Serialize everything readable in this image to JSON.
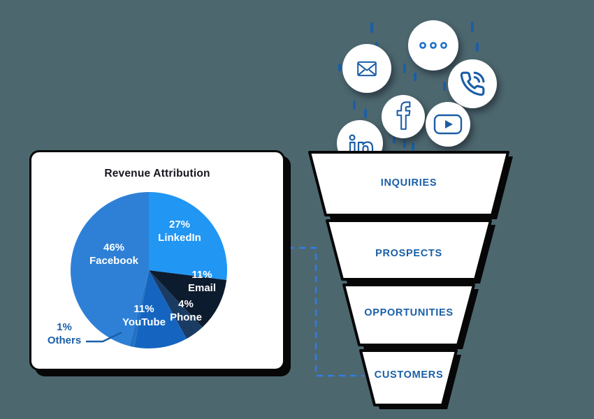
{
  "colors": {
    "background": "#4D676F",
    "card_bg": "#FFFFFF",
    "outline_black": "#070708",
    "icon_stroke": "#1B5EA6",
    "ellipsis_dot": "#1D70C9",
    "connector": "#2F7FE8",
    "funnel_label": "#1A5FA8",
    "callout_text": "#1A5FA8",
    "pie_label_text": "#FFFFFF",
    "title_text": "#17171F"
  },
  "chart_data": {
    "type": "pie",
    "title": "Revenue Attribution",
    "unit": "%",
    "order": "clockwise-from-top",
    "slices": [
      {
        "label": "LinkedIn",
        "value": 27,
        "color": "#2196F3"
      },
      {
        "label": "Email",
        "value": 11,
        "color": "#0D1B2E"
      },
      {
        "label": "Phone",
        "value": 4,
        "color": "#1A3C63"
      },
      {
        "label": "YouTube",
        "value": 11,
        "color": "#1565C0"
      },
      {
        "label": "Others",
        "value": 1,
        "color": "#2372C4",
        "label_outside": true
      },
      {
        "label": "Facebook",
        "value": 46,
        "color": "#2E80D6"
      }
    ]
  },
  "funnel": {
    "stages": [
      "INQUIRIES",
      "PROSPECTS",
      "OPPORTUNITIES",
      "CUSTOMERS"
    ]
  },
  "icons": [
    "email-icon",
    "ellipsis-icon",
    "phone-icon",
    "facebook-icon",
    "youtube-icon",
    "linkedin-icon"
  ]
}
